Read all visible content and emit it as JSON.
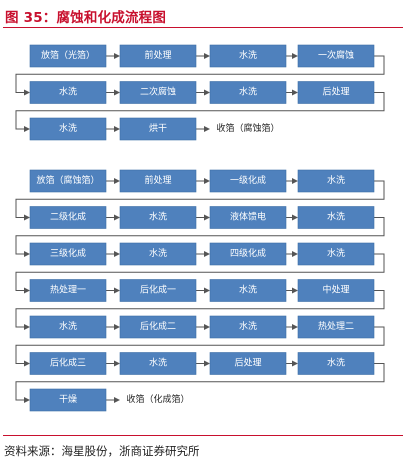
{
  "figure": {
    "title": "图 35：腐蚀和化成流程图",
    "source": "资料来源：海星股份，浙商证券研究所"
  },
  "diagram": {
    "processes": [
      {
        "name": "corrosion",
        "rows": [
          [
            "放箔（光箔）",
            "前处理",
            "水洗",
            "一次腐蚀"
          ],
          [
            "水洗",
            "二次腐蚀",
            "水洗",
            "后处理"
          ],
          [
            "水洗",
            "烘干",
            "收箔（腐蚀箔）"
          ]
        ],
        "last_row_plain_last": true
      },
      {
        "name": "formation",
        "rows": [
          [
            "放箔（腐蚀箔）",
            "前处理",
            "一级化成",
            "水洗"
          ],
          [
            "二级化成",
            "水洗",
            "液体馈电",
            "水洗"
          ],
          [
            "三级化成",
            "水洗",
            "四级化成",
            "水洗"
          ],
          [
            "热处理一",
            "后化成一",
            "水洗",
            "中处理"
          ],
          [
            "水洗",
            "后化成二",
            "水洗",
            "热处理二"
          ],
          [
            "后化成三",
            "水洗",
            "后处理",
            "水洗"
          ],
          [
            "干燥",
            "收箔（化成箔）"
          ]
        ],
        "last_row_plain_last": true
      }
    ]
  },
  "colors": {
    "node_fill": "#4f81bd",
    "title": "#c8102e",
    "rule": "#c8102e"
  }
}
